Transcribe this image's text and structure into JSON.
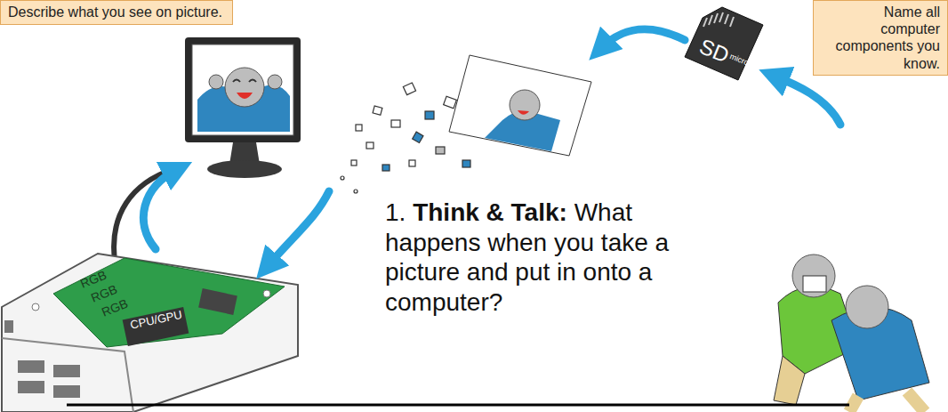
{
  "diagram": {
    "nodes": [
      {
        "text": [
          "Describe what you see on picture."
        ]
      },
      {
        "text": [
          "Name all computer components you know."
        ]
      }
    ],
    "labels": [
      "1.",
      "Think & Talk:",
      "What happens when you take a picture and put in onto a computer?",
      "RGB",
      "RGB",
      "RGB",
      "CPU/GPU",
      "SD",
      "micro"
    ]
  }
}
